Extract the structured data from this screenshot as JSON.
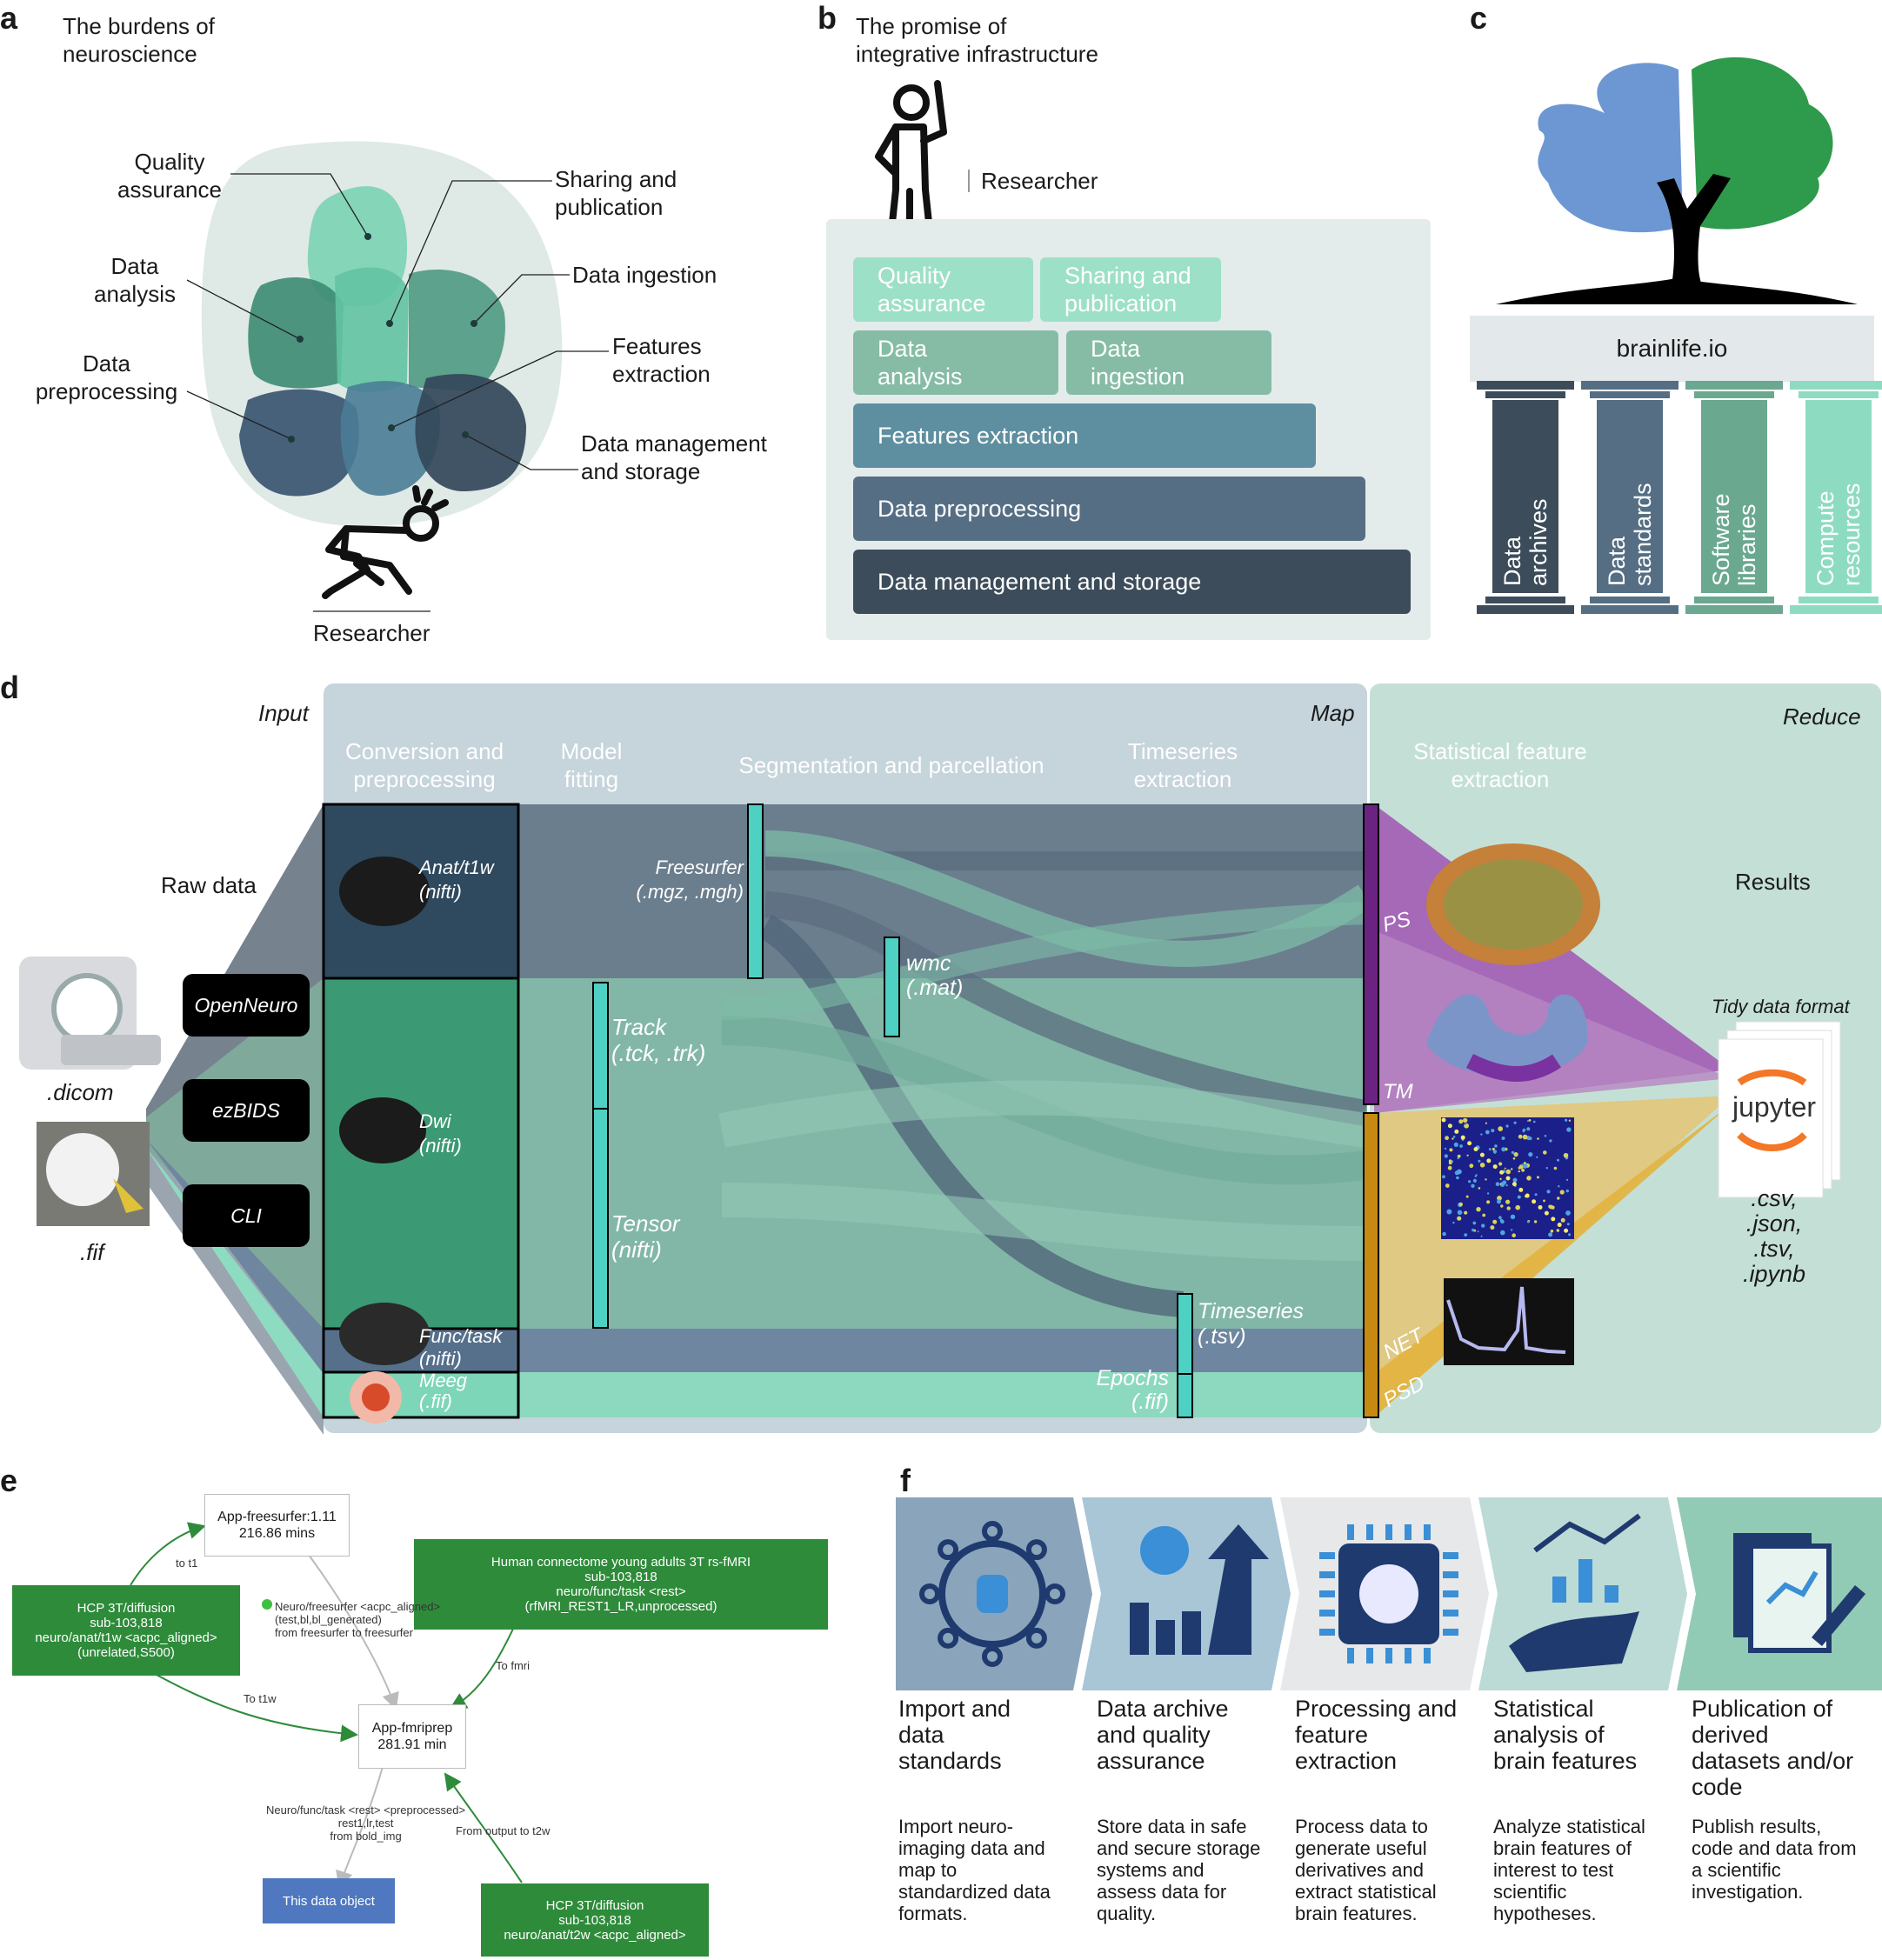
{
  "panel_a": {
    "label": "a",
    "title": "The burdens of\nneuroscience",
    "quality": "Quality\nassurance",
    "sharing": "Sharing and\npublication",
    "analysis": "Data\nanalysis",
    "ingestion": "Data ingestion",
    "preproc": "Data\npreprocessing",
    "features": "Features\nextraction",
    "management": "Data management\nand storage",
    "researcher": "Researcher"
  },
  "panel_b": {
    "label": "b",
    "title": "The promise of\nintegrative infrastructure",
    "researcher": "Researcher",
    "qa": "Quality\nassurance",
    "sharing": "Sharing and\npublication",
    "analysis": "Data\nanalysis",
    "ingestion": "Data\ningestion",
    "features": "Features extraction",
    "preproc": "Data preprocessing",
    "management": "Data management and storage"
  },
  "panel_c": {
    "label": "c",
    "brand": "brainlife.io",
    "pillars": [
      "Data\narchives",
      "Data\nstandards",
      "Software\nlibraries",
      "Compute\nresources"
    ]
  },
  "panel_d": {
    "label": "d",
    "input": "Input",
    "map": "Map",
    "reduce": "Reduce",
    "conversion": "Conversion and\npreprocessing",
    "model": "Model\nfitting",
    "segmentation": "Segmentation and parcellation",
    "timeseries_col": "Timeseries\nextraction",
    "statistical": "Statistical feature\nextraction",
    "raw_data": "Raw data",
    "results": "Results",
    "dicom": ".dicom",
    "fif": ".fif",
    "openneuro": "OpenNeuro",
    "ezbids": "ezBIDS",
    "cli": "CLI",
    "anat": "Anat/t1w\n(nifti)",
    "dwi": "Dwi\n(nifti)",
    "func": "Func/task\n(nifti)",
    "meeg": "Meeg\n(.fif)",
    "freesurfer": "Freesurfer\n(.mgz, .mgh)",
    "wmc": "wmc\n(.mat)",
    "track": "Track\n(.tck, .trk)",
    "tensor": "Tensor\n(nifti)",
    "timeseries": "Timeseries\n(.tsv)",
    "epochs": "Epochs\n(.fif)",
    "ps": "PS",
    "tm": "TM",
    "net": "NET",
    "psd": "PSD",
    "tidy": "Tidy data format",
    "jupyter": "jupyter",
    "formats": ".csv,\n.json,\n.tsv,\n.ipynb"
  },
  "panel_e": {
    "label": "e",
    "freesurfer_app": "App-freesurfer:1.11\n216.86 mins",
    "hcp_diff": "HCP 3T/diffusion\nsub-103,818\nneuro/anat/t1w <acpc_aligned>\n(unrelated,S500)",
    "human_connectome": "Human connectome young adults 3T rs-fMRI\nsub-103,818\nneuro/func/task <rest>\n(rfMRI_REST1_LR,unprocessed)",
    "fmriprep": "App-fmriprep\n281.91 min",
    "data_object": "This data object",
    "hcp_t2w": "HCP 3T/diffusion\nsub-103,818\nneuro/anat/t2w <acpc_aligned>",
    "e_t1": "to t1",
    "e_fs": "Neuro/freesurfer <acpc_aligned>\n(test,bl,bl_generated)\nfrom freesurfer to freesurfer",
    "e_tofmri": "To fmri",
    "e_tot1w": "To t1w",
    "e_func": "Neuro/func/task <rest> <preprocessed>\nrest1,lr,test\nfrom bold_img",
    "e_t2w": "From output to t2w"
  },
  "panel_f": {
    "label": "f",
    "steps": [
      {
        "title": "Import and\ndata\nstandards",
        "desc": "Import neuro-\nimaging data and\nmap to\nstandardized data\nformats.",
        "color": "#8aa5bb",
        "icon": "network-icon"
      },
      {
        "title": "Data archive\nand quality\nassurance",
        "desc": "Store data in safe\nand secure storage\nsystems and\nassess data for\nquality.",
        "color": "#a8c6d6",
        "icon": "gear-chart-icon"
      },
      {
        "title": "Processing and\nfeature\nextraction",
        "desc": "Process data to\ngenerate useful\nderivatives and\nextract statistical\nbrain features.",
        "color": "#e6e8e9",
        "icon": "brain-chip-icon"
      },
      {
        "title": "Statistical\nanalysis of\nbrain features",
        "desc": "Analyze statistical\nbrain features of\ninterest to test\nscientific\nhypotheses.",
        "color": "#bcdbd6",
        "icon": "hand-chart-icon"
      },
      {
        "title": "Publication of\nderived\ndatasets and/or\ncode",
        "desc": "Publish results,\ncode and data from\na scientific\ninvestigation.",
        "color": "#92cbb5",
        "icon": "documents-icon"
      }
    ]
  },
  "colors": {
    "dark_navy": "#3b4d5c",
    "slate": "#566d81",
    "teal": "#5d8fa0",
    "green": "#3a9a75",
    "mint": "#7fd9bf",
    "purple": "#8a3f9a",
    "gold": "#d29a1f",
    "dark_green": "#2e8b3a"
  }
}
